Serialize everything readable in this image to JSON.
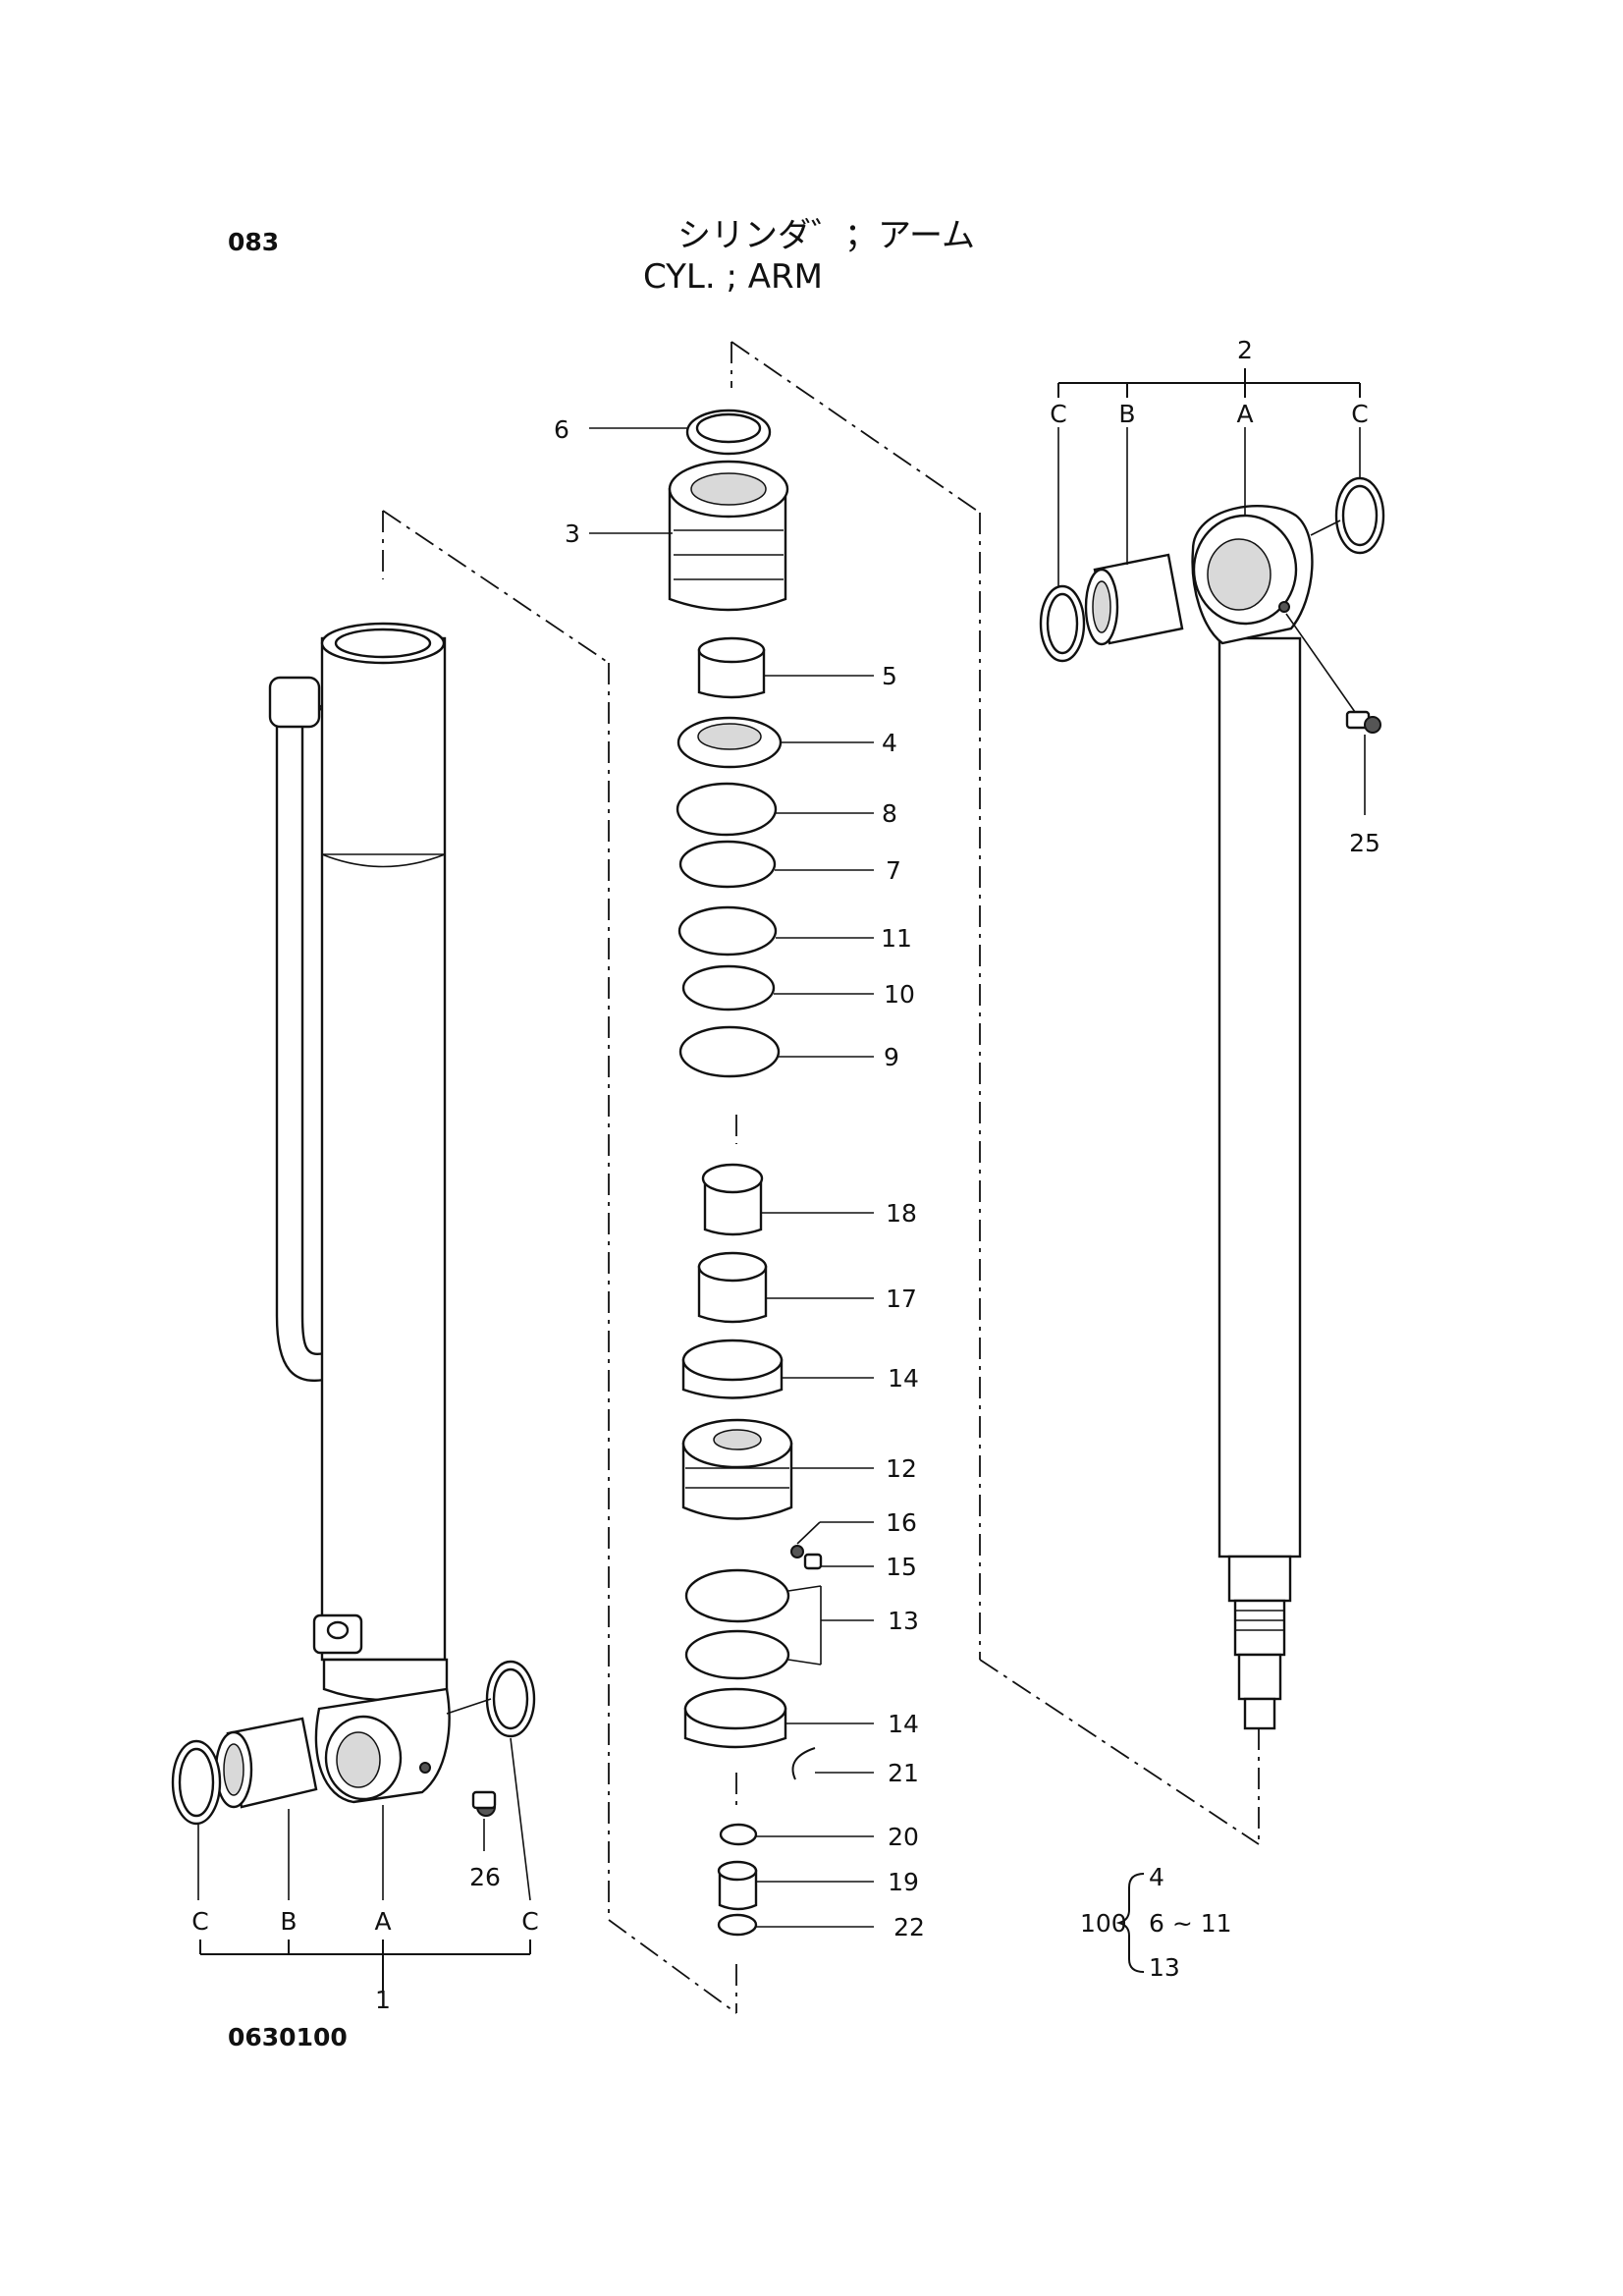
{
  "header": {
    "page_number": "083",
    "title_jp": "シリンダ゛；アーム",
    "title_en": "CYL. ; ARM",
    "drawing_number": "0630100"
  },
  "callouts": {
    "p1": "1",
    "p2": "2",
    "p3": "3",
    "p4": "4",
    "p5": "5",
    "p6": "6",
    "p7": "7",
    "p8": "8",
    "p9": "9",
    "p10": "10",
    "p11": "11",
    "p12": "12",
    "p13": "13",
    "p14a": "14",
    "p14b": "14",
    "p15": "15",
    "p16": "16",
    "p17": "17",
    "p18": "18",
    "p19": "19",
    "p20": "20",
    "p21": "21",
    "p22": "22",
    "p25": "25",
    "p26": "26"
  },
  "sub_labels": {
    "left_c1": "C",
    "left_b": "B",
    "left_a": "A",
    "left_c2": "C",
    "right_c1": "C",
    "right_b": "B",
    "right_a": "A",
    "right_c2": "C"
  },
  "kit": {
    "number": "100",
    "items": [
      "4",
      "6 ~ 11",
      "13"
    ]
  }
}
